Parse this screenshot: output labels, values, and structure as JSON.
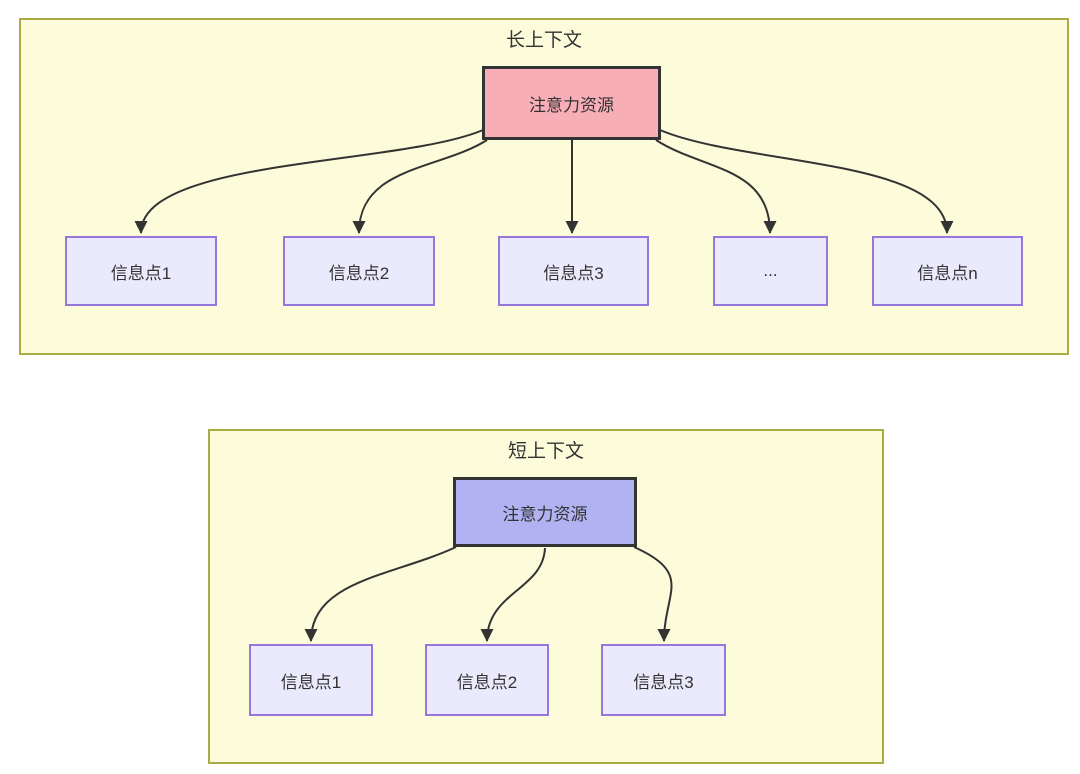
{
  "colors": {
    "container_fill": "#fcfcdb",
    "container_border": "#abab44",
    "long_root_fill": "#f8aeb6",
    "short_root_fill": "#b1b2f2",
    "root_border": "#333333",
    "node_fill": "#eaeafc",
    "node_border": "#9678dd",
    "arrow": "#333333",
    "text": "#333333"
  },
  "diagram": {
    "long_context": {
      "title": "长上下文",
      "root": {
        "label": "注意力资源"
      },
      "nodes": [
        {
          "label": "信息点1"
        },
        {
          "label": "信息点2"
        },
        {
          "label": "信息点3"
        },
        {
          "label": "..."
        },
        {
          "label": "信息点n"
        }
      ]
    },
    "short_context": {
      "title": "短上下文",
      "root": {
        "label": "注意力资源"
      },
      "nodes": [
        {
          "label": "信息点1"
        },
        {
          "label": "信息点2"
        },
        {
          "label": "信息点3"
        }
      ]
    }
  }
}
